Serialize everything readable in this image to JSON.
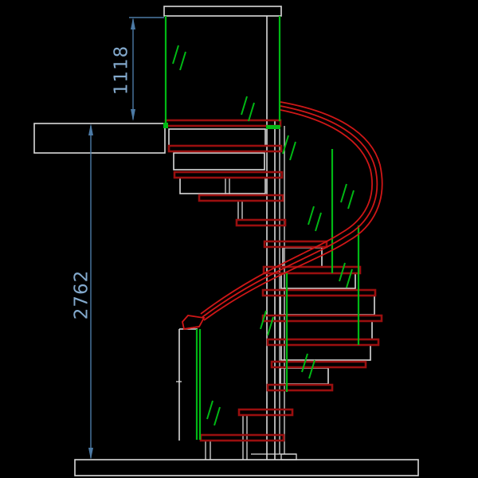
{
  "drawing": {
    "description": "spiral-staircase-elevation",
    "dimension_labels": {
      "upper": "1118",
      "total": "2762"
    }
  },
  "symbols": {
    "glass_hatch_icon": "double-diagonal-glass-mark",
    "dimension_arrow_icon": "filled-triangle-arrow"
  },
  "colors": {
    "background": "#000000",
    "structure": "#d9d9d9",
    "treads": "#9a0f0f",
    "handrail": "#cf1717",
    "glass": "#00b814",
    "dimension": "#4c7aa5",
    "dimension_text": "#83a9cc"
  }
}
